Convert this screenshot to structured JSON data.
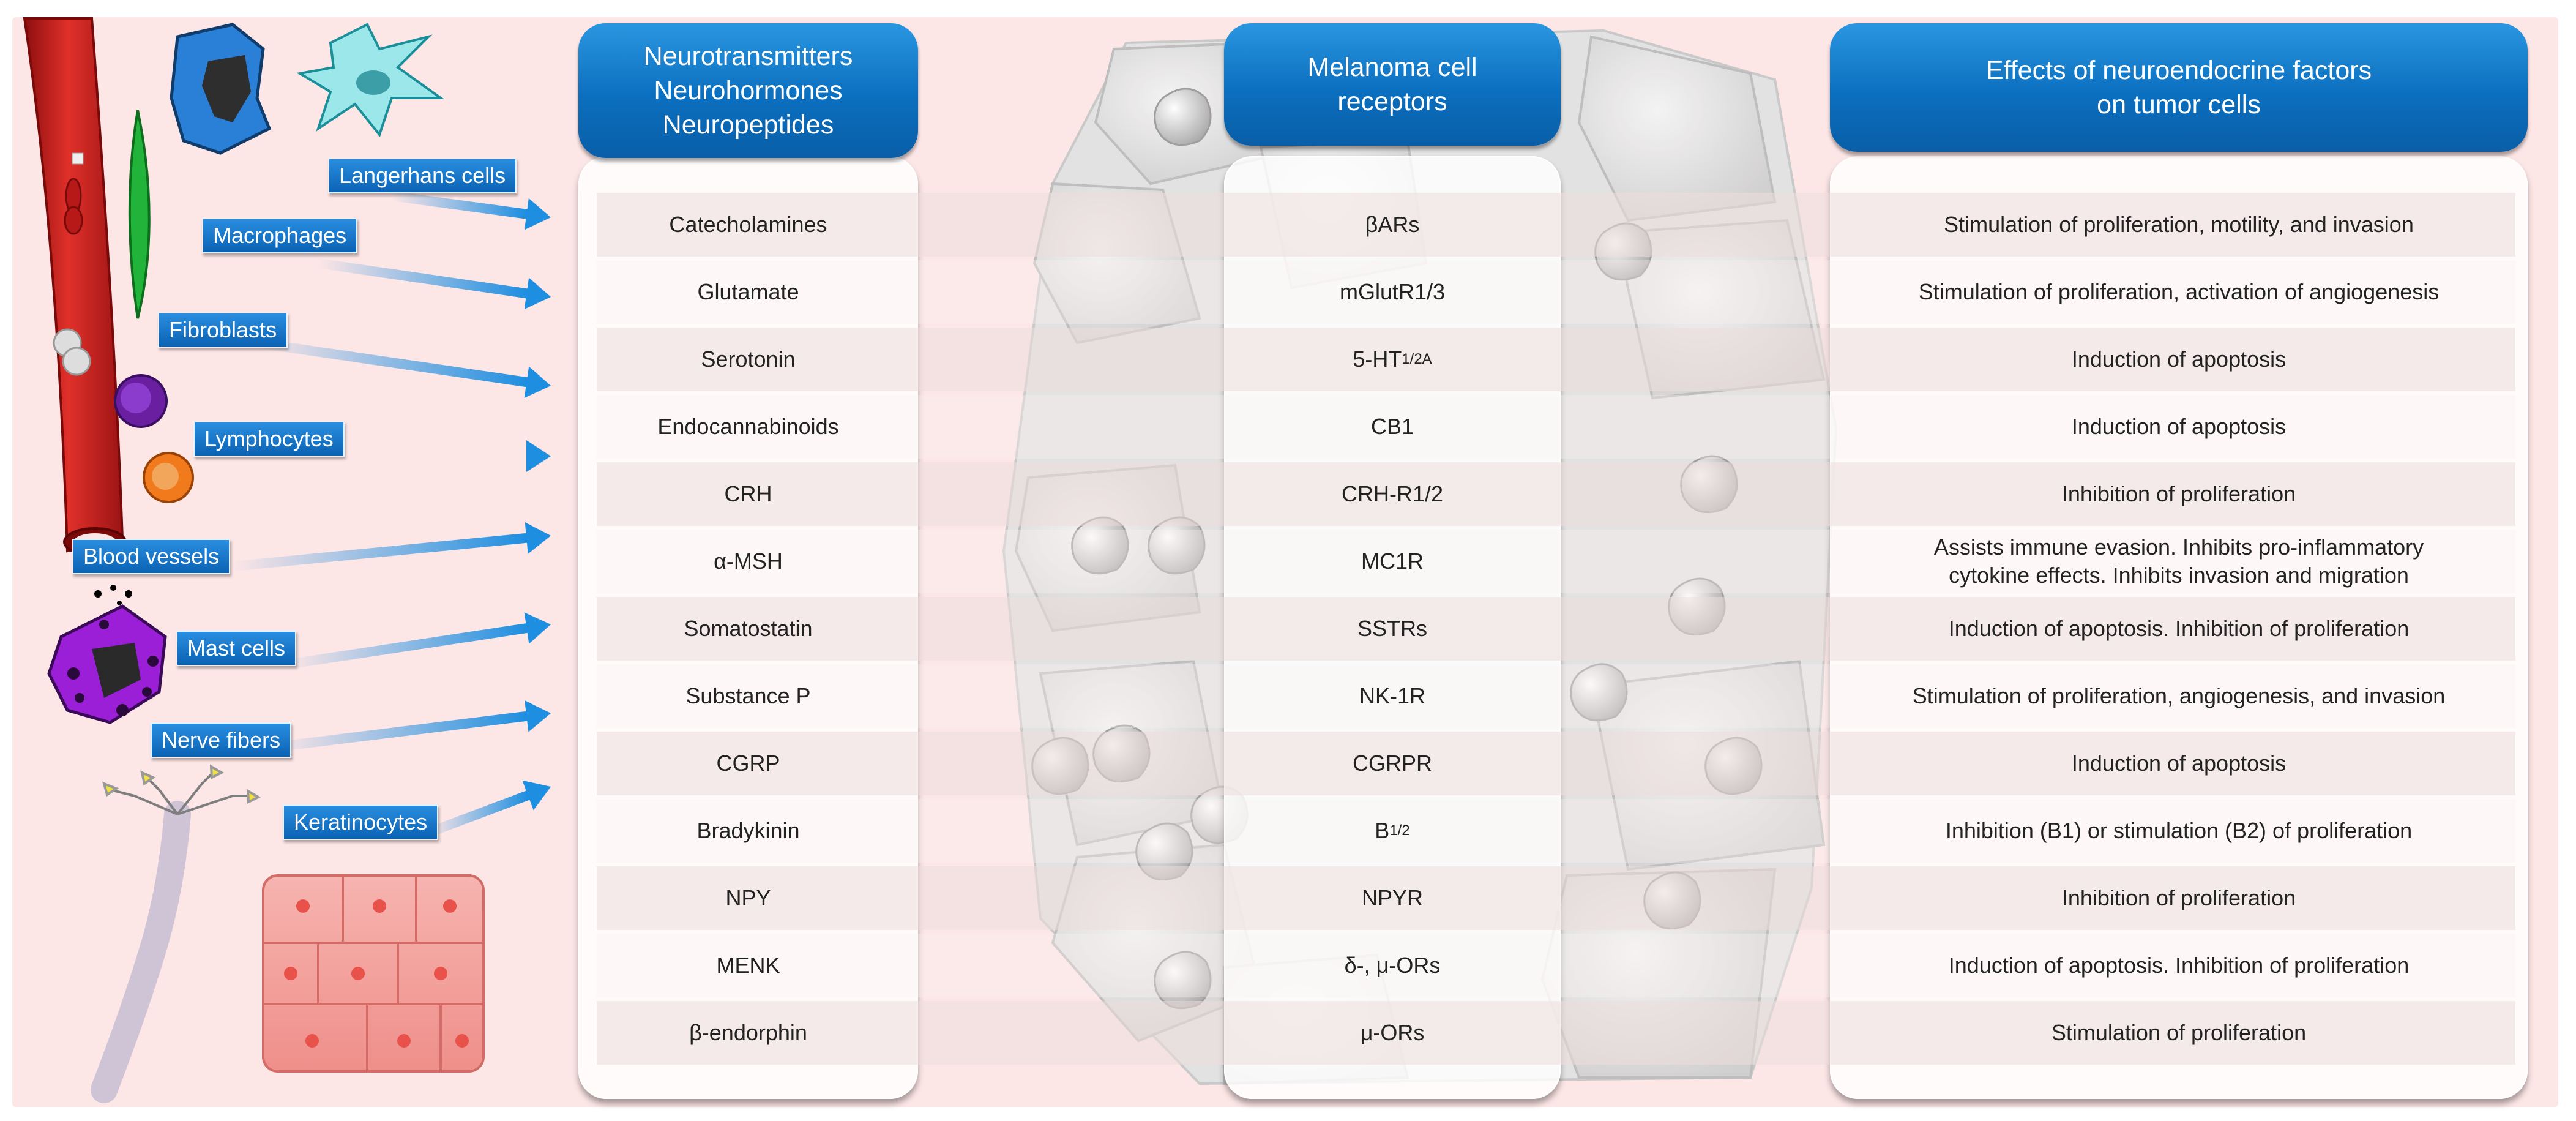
{
  "headers": {
    "col1": [
      "Neurotransmitters",
      "Neurohormones",
      "Neuropeptides"
    ],
    "col2": [
      "Melanoma cell",
      "receptors"
    ],
    "col3": [
      "Effects of neuroendocrine factors",
      "on tumor cells"
    ]
  },
  "cell_sources": [
    "Langerhans cells",
    "Macrophages",
    "Fibroblasts",
    "Lymphocytes",
    "Blood vessels",
    "Mast cells",
    "Nerve fibers",
    "Keratinocytes"
  ],
  "rows": [
    {
      "factor": "Catecholamines",
      "receptor": "βARs",
      "receptor_sub": "",
      "effect": [
        "Stimulation of proliferation, motility, and invasion"
      ]
    },
    {
      "factor": "Glutamate",
      "receptor": "mGlutR1/3",
      "receptor_sub": "",
      "effect": [
        "Stimulation of proliferation, activation of angiogenesis"
      ]
    },
    {
      "factor": "Serotonin",
      "receptor": "5-HT",
      "receptor_sub": "1/2A",
      "effect": [
        "Induction of apoptosis"
      ]
    },
    {
      "factor": "Endocannabinoids",
      "receptor": "CB1",
      "receptor_sub": "",
      "effect": [
        "Induction of apoptosis"
      ]
    },
    {
      "factor": "CRH",
      "receptor": "CRH-R1/2",
      "receptor_sub": "",
      "effect": [
        "Inhibition of proliferation"
      ]
    },
    {
      "factor": "α-MSH",
      "receptor": "MC1R",
      "receptor_sub": "",
      "effect": [
        "Assists immune evasion. Inhibits pro-inflammatory",
        "cytokine effects. Inhibits invasion and migration"
      ]
    },
    {
      "factor": "Somatostatin",
      "receptor": "SSTRs",
      "receptor_sub": "",
      "effect": [
        "Induction of apoptosis. Inhibition of proliferation"
      ]
    },
    {
      "factor": "Substance P",
      "receptor": "NK-1R",
      "receptor_sub": "",
      "effect": [
        "Stimulation of proliferation, angiogenesis, and invasion"
      ]
    },
    {
      "factor": "CGRP",
      "receptor": "CGRPR",
      "receptor_sub": "",
      "effect": [
        "Induction of apoptosis"
      ]
    },
    {
      "factor": "Bradykinin",
      "receptor": "B",
      "receptor_sub": "1/2",
      "effect": [
        "Inhibition (B1) or stimulation (B2) of proliferation"
      ]
    },
    {
      "factor": "NPY",
      "receptor": "NPYR",
      "receptor_sub": "",
      "effect": [
        "Inhibition of proliferation"
      ]
    },
    {
      "factor": "MENK",
      "receptor": "δ-, μ-ORs",
      "receptor_sub": "",
      "effect": [
        "Induction of apoptosis. Inhibition of proliferation"
      ]
    },
    {
      "factor": "β-endorphin",
      "receptor": "μ-ORs",
      "receptor_sub": "",
      "effect": [
        "Stimulation of proliferation"
      ]
    }
  ],
  "colors": {
    "background": "#fde6e6",
    "header_blue": "#0b6fbf",
    "tag_blue": "#1a7fd4",
    "stripe_dark": "#ecdcdc",
    "stripe_light": "#f7eeee"
  }
}
